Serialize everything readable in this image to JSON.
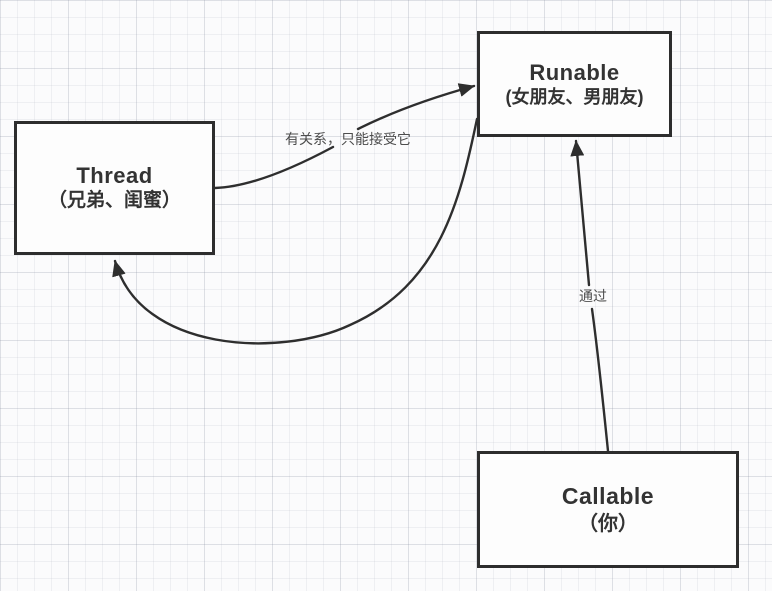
{
  "diagram": {
    "nodes": {
      "thread": {
        "title": "Thread",
        "subtitle": "（兄弟、闺蜜）"
      },
      "runable": {
        "title": "Runable",
        "subtitle": "(女朋友、男朋友)"
      },
      "callable": {
        "title": "Callable",
        "subtitle": "（你）"
      }
    },
    "edges": {
      "thread_to_runable": {
        "label": "有关系，只能接受它"
      },
      "callable_to_runable": {
        "label": "通过"
      },
      "runable_to_thread": {
        "label": ""
      }
    },
    "colors": {
      "edge_stroke": "#2e2e2e",
      "node_border": "#2d2d2d",
      "node_fill": "#fdfdfd",
      "node_text": "#333333",
      "label_text": "#4d4d4d",
      "background": "#fbfbfc",
      "grid_line": "#e6e8ee"
    }
  }
}
